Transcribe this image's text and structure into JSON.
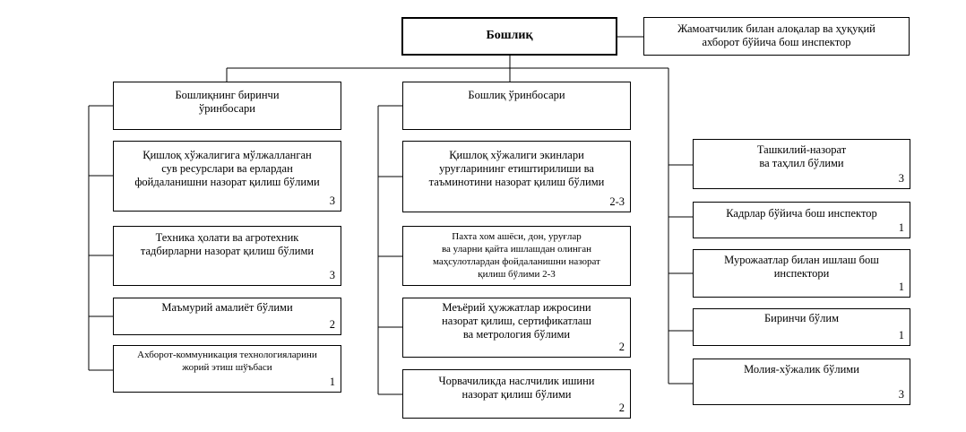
{
  "head": {
    "title": "Бошлиқ"
  },
  "inspector": {
    "title": "Жамоатчилик билан алоқалар ва ҳуқуқий\nахборот бўйича бош инспектор"
  },
  "left": {
    "title": "Бошлиқнинг биринчи\nўринбосари",
    "units": [
      {
        "title": "Қишлоқ хўжалигига мўлжалланган\nсув ресурслари ва ерлардан\nфойдаланишни назорат қилиш бўлими",
        "num": "3"
      },
      {
        "title": "Техника ҳолати ва агротехник\nтадбирларни назорат қилиш бўлими",
        "num": "3"
      },
      {
        "title": "Маъмурий амалиёт бўлими",
        "num": "2"
      },
      {
        "title": "Ахборот-коммуникация технологияларини\nжорий этиш шўъбаси",
        "num": "1"
      }
    ]
  },
  "middle": {
    "title": "Бошлиқ ўринбосари",
    "units": [
      {
        "title": "Қишлоқ хўжалиги экинлари\nуруғларининг етиштирилиши ва\nтаъминотини назорат қилиш бўлими",
        "num": "2-3"
      },
      {
        "title": "Пахта хом ашёси, дон, уруғлар\nва уларни қайта ишлашдан олинган\nмаҳсулотлардан фойдаланишни назорат\nқилиш бўлими 2-3",
        "num": ""
      },
      {
        "title": "Меъёрий ҳужжатлар ижросини\nназорат қилиш, сертификатлаш\nва метрология бўлими",
        "num": "2"
      },
      {
        "title": "Чорвачиликда наслчилик ишини\nназорат қилиш бўлими",
        "num": "2"
      }
    ]
  },
  "right": {
    "units": [
      {
        "title": "Ташкилий-назорат\nва таҳлил бўлими",
        "num": "3"
      },
      {
        "title": "Кадрлар бўйича бош инспектор",
        "num": "1"
      },
      {
        "title": "Мурожаатлар билан ишлаш бош\nинспектори",
        "num": "1"
      },
      {
        "title": "Биринчи бўлим",
        "num": "1"
      },
      {
        "title": "Молия-хўжалик бўлими",
        "num": "3"
      }
    ]
  }
}
